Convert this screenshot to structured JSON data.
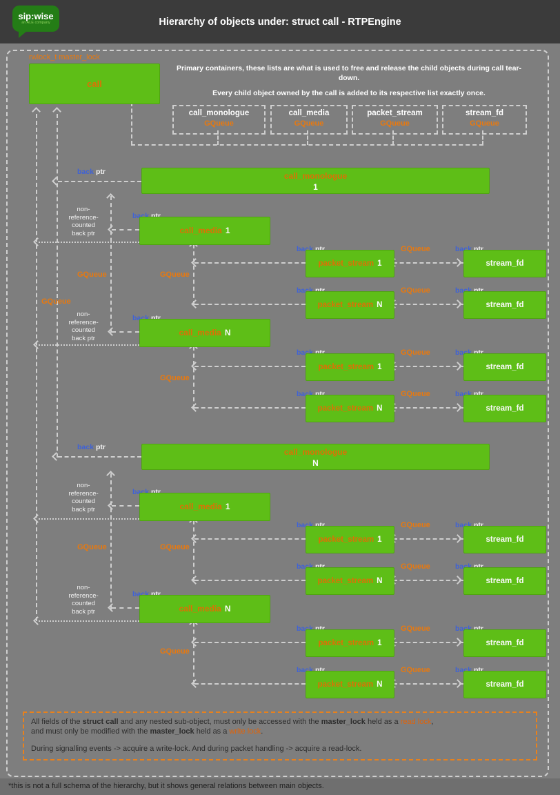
{
  "header": {
    "title": "Hierarchy of objects under: struct call - RTPEngine",
    "logo_brand": "sip:wise",
    "logo_tagline": "an ALE company"
  },
  "intro": {
    "line1": "Primary containers, these lists are what is used to free and release the child objects during call tear-down.",
    "line2": "Every child object owned by the call is added to its respective list exactly once."
  },
  "master_lock_label": "rwlock_t master_lock",
  "containers": [
    {
      "name": "call_monologue",
      "type": "GQueue"
    },
    {
      "name": "call_media",
      "type": "GQueue"
    },
    {
      "name": "packet_stream",
      "type": "GQueue"
    },
    {
      "name": "stream_fd",
      "type": "GQueue"
    }
  ],
  "boxes": {
    "call": "call",
    "call_monologue": "call_monologue",
    "call_media": "call_media",
    "packet_stream": "packet_stream",
    "stream_fd": "stream_fd",
    "idx1": "1",
    "idxN": "N"
  },
  "labels": {
    "back": "back",
    "ptr": "ptr",
    "gqueue": "GQueue",
    "non_ref": [
      "non-",
      "reference-",
      "counted",
      "back ptr"
    ]
  },
  "note": {
    "l1a": "All fields of the ",
    "l1b": "struct call",
    "l1c": " and any nested sub-object, must only be accessed with the ",
    "l1d": "master_lock",
    "l1e": " held as a ",
    "l1f": "read lock",
    "l1g": ",",
    "l2a": "and must only be modified with the ",
    "l2b": "master_lock",
    "l2c": " held as a ",
    "l2d": "write lock",
    "l2e": ".",
    "l3": "During signalling events -> acquire a write-lock. And during packet handling -> acquire a read-lock."
  },
  "footnote": "*this is not a full schema of the hierarchy, but it shows general relations between main objects.",
  "colors": {
    "box_green": "#5ebe17",
    "accent_orange": "#e8790f",
    "back_ptr_blue": "#3f62d6",
    "note_border_orange": "#e8811c",
    "header_gray": "#3b3b3b",
    "background_gray": "#7e7e7e"
  }
}
